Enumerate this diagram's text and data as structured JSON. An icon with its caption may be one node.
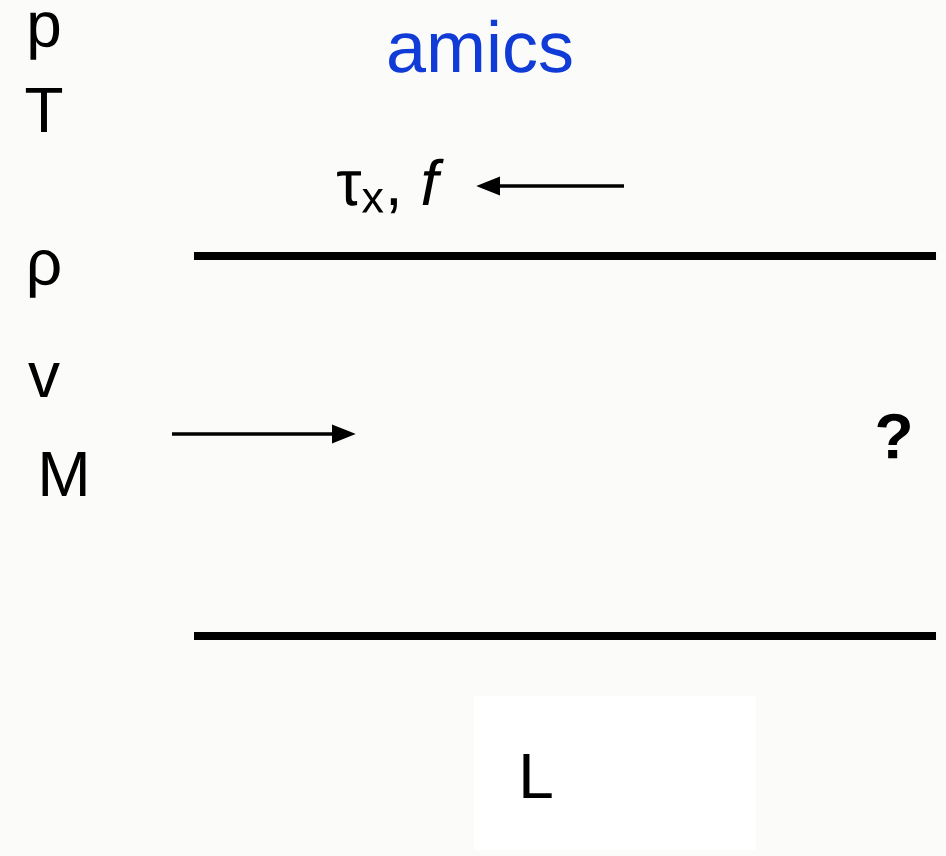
{
  "diagram": {
    "title": "amics",
    "labels": [
      "p",
      "T",
      "ρ",
      "v",
      "M",
      "τ$_{x}$, *f*",
      "?",
      "L"
    ]
  }
}
